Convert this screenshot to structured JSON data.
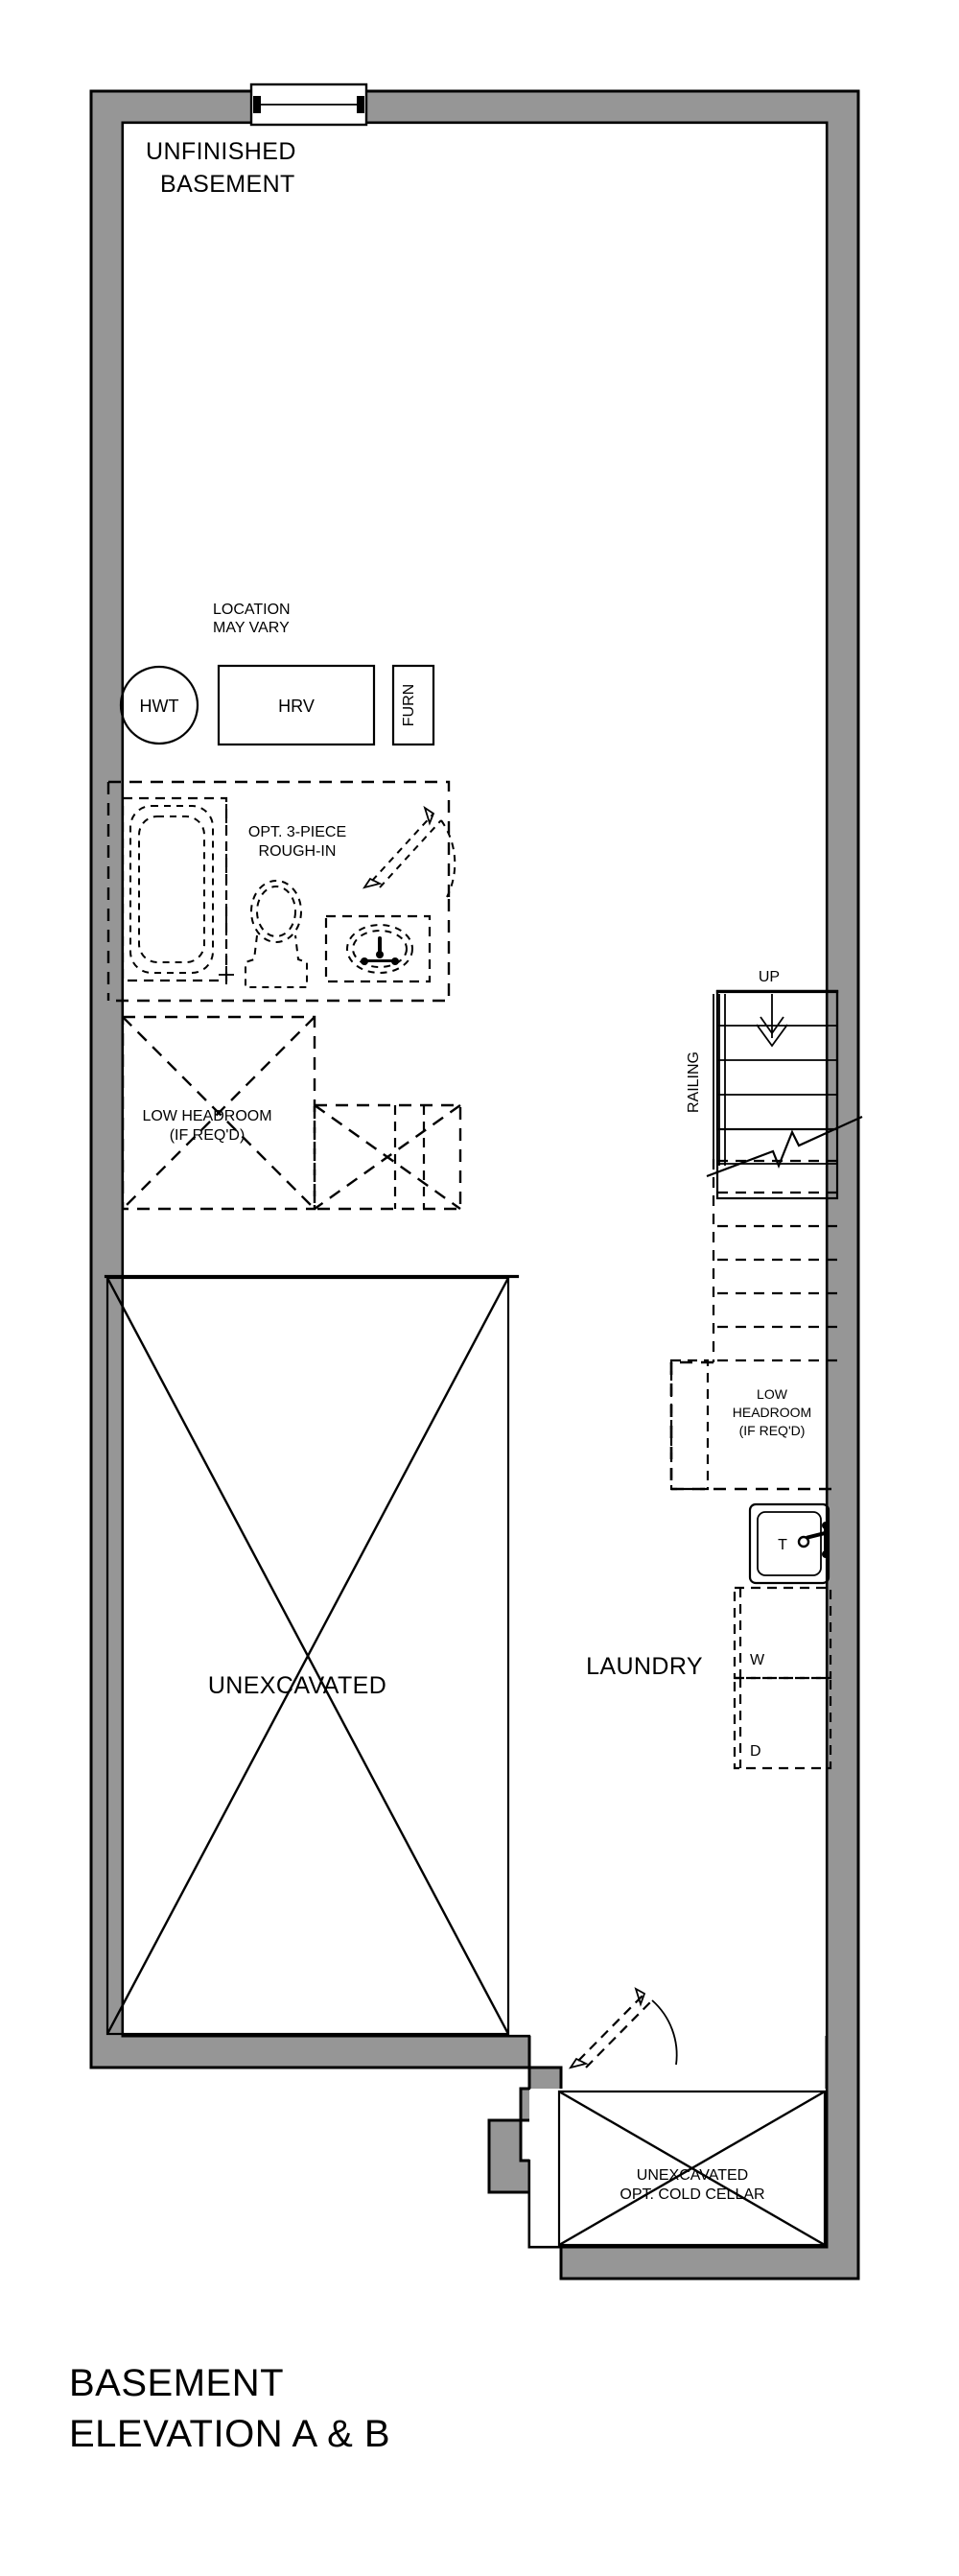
{
  "drawing": {
    "title_line_1": "BASEMENT",
    "title_line_2": "ELEVATION A & B",
    "background_color": "#ffffff",
    "wall_fill_color": "#969696",
    "line_color": "#000000"
  },
  "rooms": {
    "unfinished_basement": {
      "label_line_1": "UNFINISHED",
      "label_line_2": "BASEMENT"
    },
    "unexcavated_main": {
      "label": "UNEXCAVATED"
    },
    "laundry": {
      "label": "LAUNDRY"
    },
    "cold_cellar": {
      "label_line_1": "UNEXCAVATED",
      "label_line_2": "OPT. COLD CELLAR"
    }
  },
  "mechanical": {
    "note_line_1": "LOCATION",
    "note_line_2": "MAY VARY",
    "hot_water_tank": "HWT",
    "heat_recovery_ventilator": "HRV",
    "furnace": "FURN"
  },
  "bathroom": {
    "note_line_1": "OPT. 3-PIECE",
    "note_line_2": "ROUGH-IN"
  },
  "headroom_left": {
    "line_1": "LOW HEADROOM",
    "line_2": "(IF REQ'D)"
  },
  "headroom_right": {
    "line_1": "LOW",
    "line_2": "HEADROOM",
    "line_3": "(IF REQ'D)"
  },
  "stairs": {
    "direction_label": "UP",
    "railing_label": "RAILING"
  },
  "laundry_fixtures": {
    "tub": "T",
    "washer": "W",
    "dryer": "D"
  }
}
